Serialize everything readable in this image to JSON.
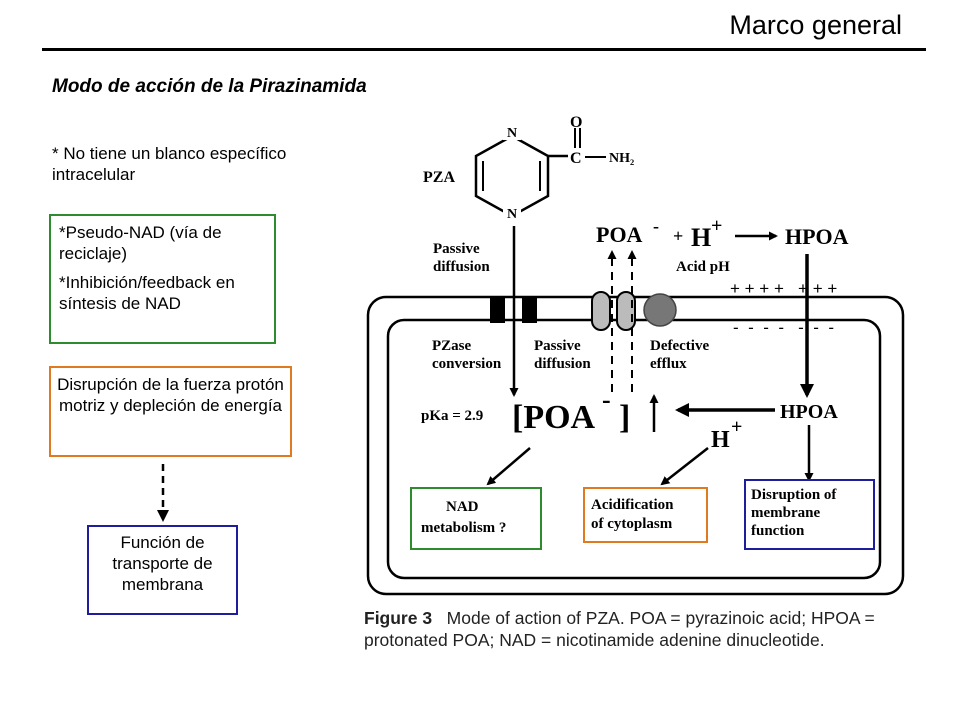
{
  "header": {
    "title": "Marco general"
  },
  "subtitle": "Modo de acción de la Pirazinamida",
  "left_panel": {
    "note": "* No tiene un blanco específico intracelular",
    "green_box": {
      "line1": "*Pseudo-NAD (vía de reciclaje)",
      "line2": "*Inhibición/feedback en síntesis de NAD"
    },
    "orange_box": "Disrupción de la fuerza protón motriz y depleción de energía",
    "blue_box": "Función de transporte de membrana"
  },
  "figure": {
    "pza_label": "PZA",
    "o_label": "O",
    "c_label": "C",
    "nh2_label": "NH₂",
    "n_top": "N",
    "n_bottom": "N",
    "passive_diffusion_outer": [
      "Passive",
      "diffusion"
    ],
    "poa_outer": "POA",
    "poa_outer_charge": "-",
    "plus": "+",
    "h_outer": "H",
    "h_outer_charge": "+",
    "hpoa_outer": "HPOA",
    "acid_ph": "Acid pH",
    "plus_row": "+ + + +   + + +",
    "minus_row": "-  -  -  -   -  -  -",
    "pzase_conversion": [
      "PZase",
      "conversion"
    ],
    "passive_diffusion_inner": [
      "Passive",
      "diffusion"
    ],
    "defective_efflux": [
      "Defective",
      "efflux"
    ],
    "pka": "pKa = 2.9",
    "poa_inner": "[POA",
    "poa_inner_charge": "-",
    "poa_inner_close": "]",
    "hpoa_inner": "HPOA",
    "h_inner": "H",
    "h_inner_charge": "+",
    "nad_box": [
      "NAD",
      "metabolism ?"
    ],
    "acid_box": [
      "Acidification",
      "of cytoplasm"
    ],
    "disruption_box": [
      "Disruption of",
      "membrane",
      "function"
    ],
    "caption_bold": "Figure 3",
    "caption_text": "Mode of action of PZA. POA = pyrazinoic acid; HPOA = protonated POA; NAD = nicotinamide adenine dinucleotide.",
    "colors": {
      "green": "#2e8b2e",
      "orange": "#e07a20",
      "blue": "#1e1e9c"
    }
  }
}
